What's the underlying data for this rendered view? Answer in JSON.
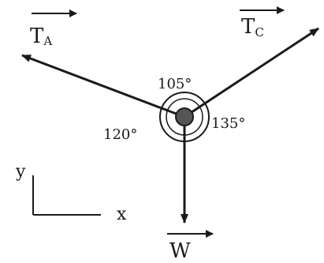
{
  "vectors": {
    "ta": {
      "letter": "T",
      "subscript": "A"
    },
    "tc": {
      "letter": "T",
      "subscript": "C"
    },
    "w": {
      "letter": "W"
    }
  },
  "angles": {
    "top": "105°",
    "left": "120°",
    "right": "135°"
  },
  "axes": {
    "y": "y",
    "x": "x"
  },
  "colors": {
    "ink": "#1a1a1a",
    "node_fill": "#555555",
    "background": "#ffffff"
  }
}
